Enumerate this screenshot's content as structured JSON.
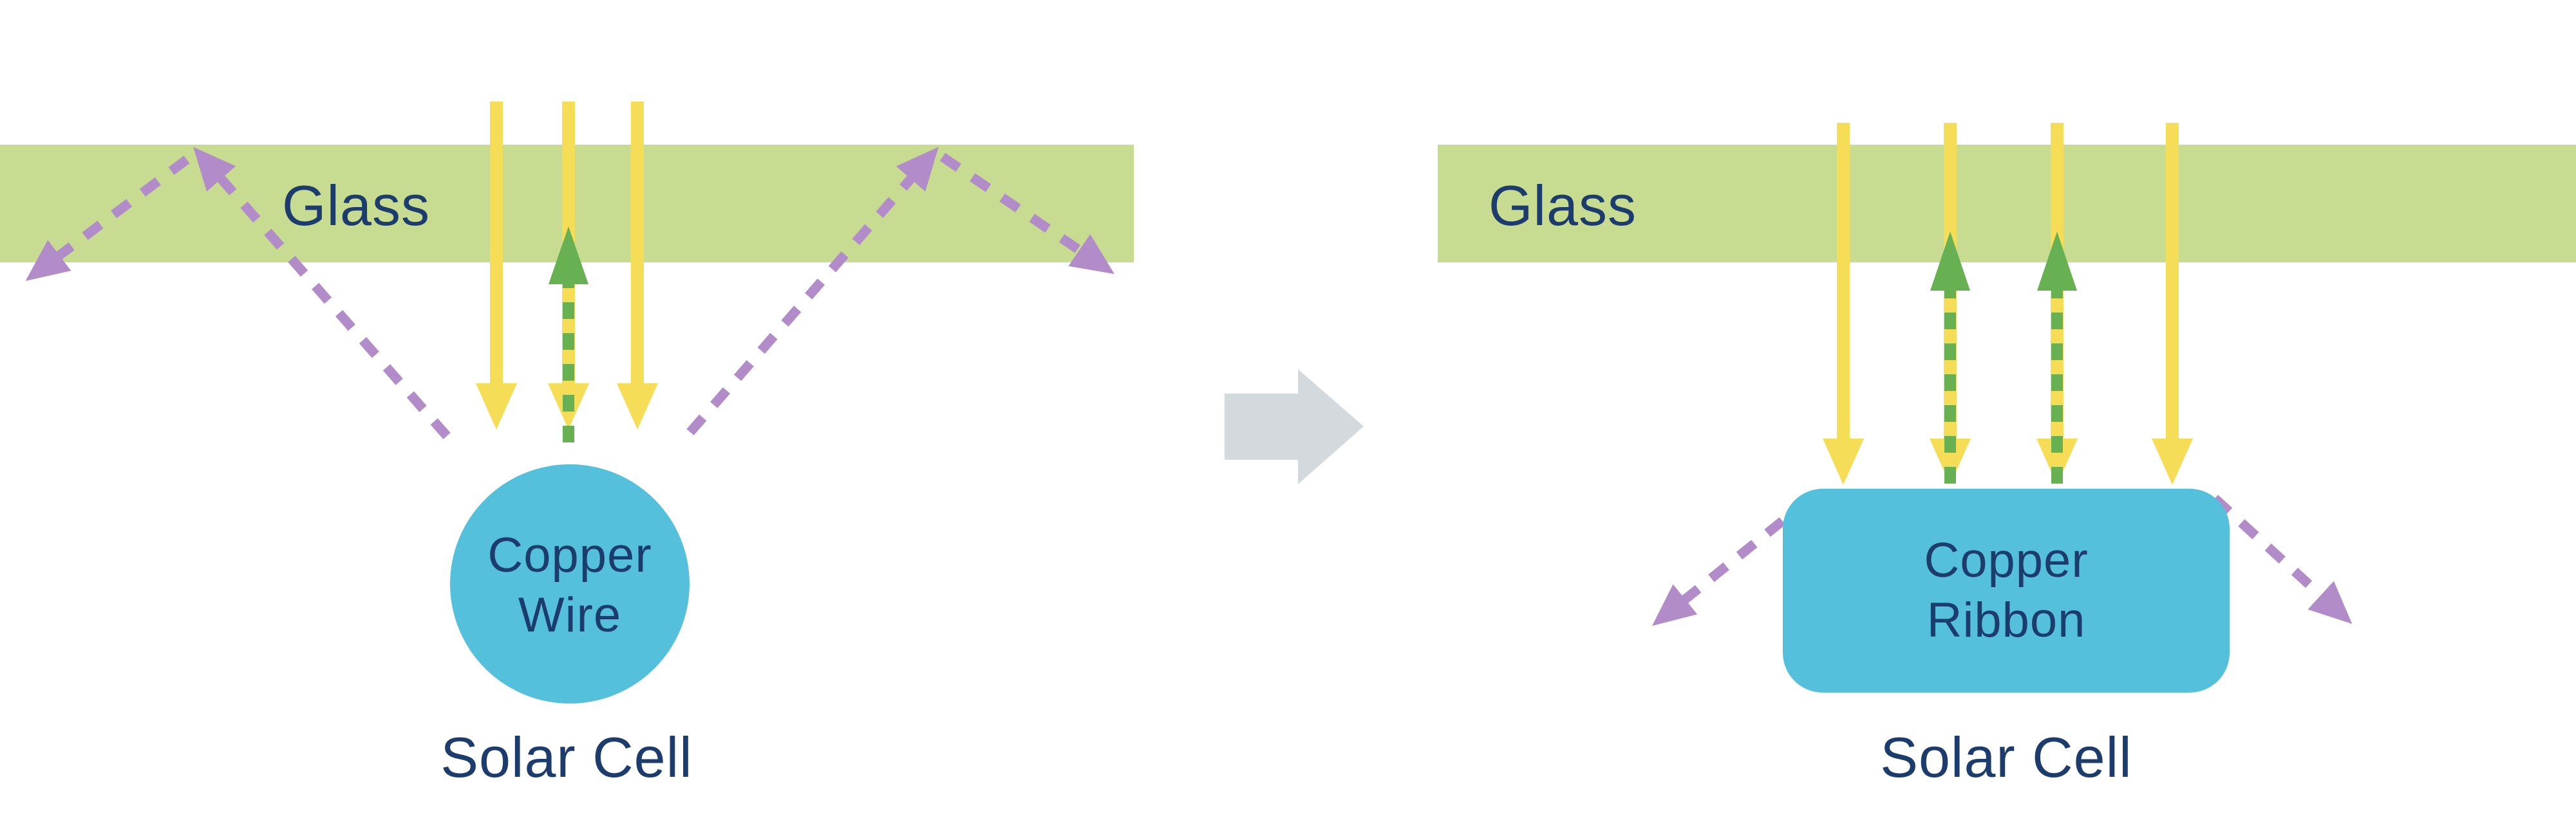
{
  "diagram": {
    "left_panel": {
      "glass_label": "Glass",
      "conductor_line1": "Copper",
      "conductor_line2": "Wire",
      "cell_label": "Solar Cell"
    },
    "right_panel": {
      "glass_label": "Glass",
      "conductor_line1": "Copper",
      "conductor_line2": "Ribbon",
      "cell_label": "Solar Cell"
    },
    "colors": {
      "glass": "#c7dc90",
      "incident_ray": "#f6dd58",
      "reflected_ray": "#67b153",
      "escaping_ray": "#b28cc9",
      "copper": "#55c0db",
      "label_text": "#1d3c6e",
      "transition_arrow": "#d3d9dc",
      "background": "#ffffff"
    }
  }
}
